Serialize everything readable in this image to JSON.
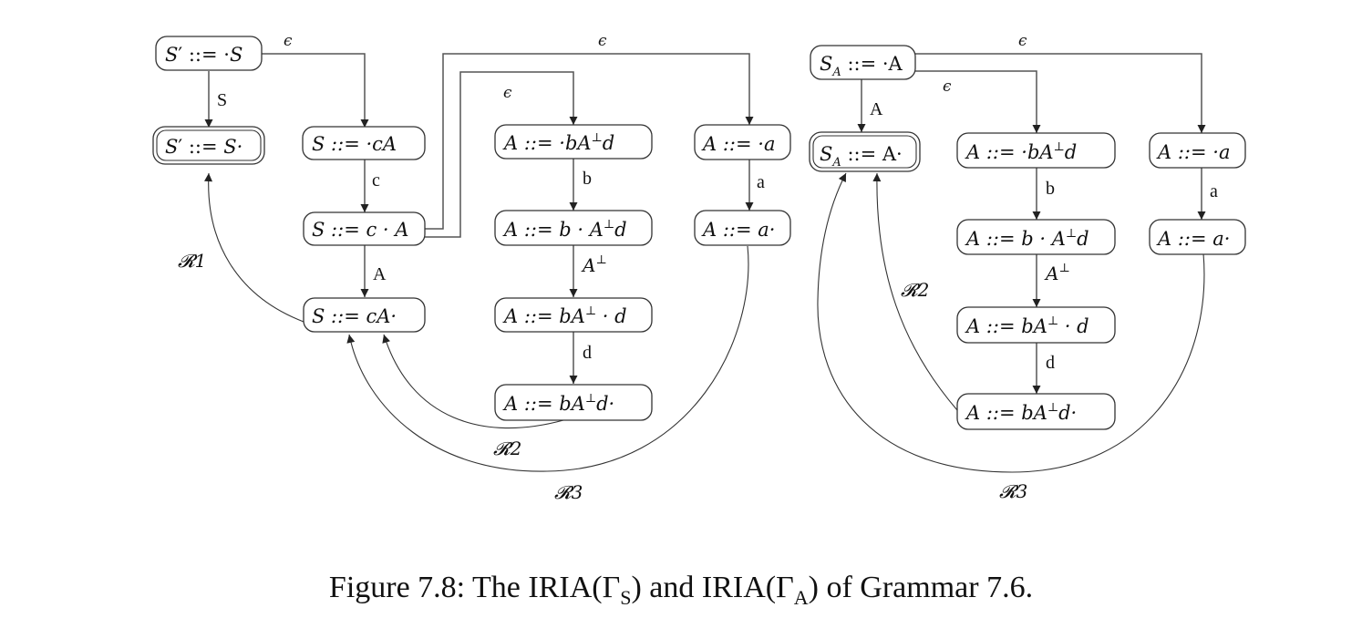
{
  "caption": "Figure 7.8: The IRIA(Γ_S) and IRIA(Γ_A) of Grammar 7.6.",
  "caption_parts": {
    "prefix": "Figure 7.8: The IRIA(Γ",
    "sub1": "S",
    "mid": ") and IRIA(Γ",
    "sub2": "A",
    "suffix": ") of Grammar 7.6."
  },
  "diagrams": [
    {
      "name": "IRIA(Γ_S)",
      "nodes": [
        {
          "id": "s0",
          "label": "S′ ::= ·S",
          "accepting": false
        },
        {
          "id": "s1",
          "label": "S′ ::= S·",
          "accepting": true
        },
        {
          "id": "s2",
          "label": "S ::= ·cA",
          "accepting": false
        },
        {
          "id": "s3",
          "label": "S ::= c · A",
          "accepting": false
        },
        {
          "id": "s4",
          "label": "S ::= cA·",
          "accepting": false
        },
        {
          "id": "a0",
          "label": "A ::= ·bA⊥d",
          "accepting": false
        },
        {
          "id": "a1",
          "label": "A ::= b · A⊥d",
          "accepting": false
        },
        {
          "id": "a2",
          "label": "A ::= bA⊥ · d",
          "accepting": false
        },
        {
          "id": "a3",
          "label": "A ::= bA⊥d·",
          "accepting": false
        },
        {
          "id": "a4",
          "label": "A ::= ·a",
          "accepting": false
        },
        {
          "id": "a5",
          "label": "A ::= a·",
          "accepting": false
        }
      ],
      "edges": [
        {
          "from": "s0",
          "to": "s1",
          "label": "S"
        },
        {
          "from": "s0",
          "to": "s2",
          "label": "ϵ"
        },
        {
          "from": "s2",
          "to": "s3",
          "label": "c"
        },
        {
          "from": "s3",
          "to": "s4",
          "label": "A"
        },
        {
          "from": "s3",
          "to": "a0",
          "label": "ϵ"
        },
        {
          "from": "s3",
          "to": "a4",
          "label": "ϵ"
        },
        {
          "from": "a0",
          "to": "a1",
          "label": "b"
        },
        {
          "from": "a1",
          "to": "a2",
          "label": "A⊥"
        },
        {
          "from": "a2",
          "to": "a3",
          "label": "d"
        },
        {
          "from": "a4",
          "to": "a5",
          "label": "a"
        }
      ],
      "reductions": [
        {
          "from": "s4",
          "to": "s1",
          "label": "R1"
        },
        {
          "from": "a3",
          "to": "s4",
          "label": "R2"
        },
        {
          "from": "a5",
          "to": "s4",
          "label": "R3"
        }
      ]
    },
    {
      "name": "IRIA(Γ_A)",
      "nodes": [
        {
          "id": "t0",
          "label": "S_A ::= ·A",
          "accepting": false
        },
        {
          "id": "t1",
          "label": "S_A ::= A·",
          "accepting": true
        },
        {
          "id": "b0",
          "label": "A ::= ·bA⊥d",
          "accepting": false
        },
        {
          "id": "b1",
          "label": "A ::= b · A⊥d",
          "accepting": false
        },
        {
          "id": "b2",
          "label": "A ::= bA⊥ · d",
          "accepting": false
        },
        {
          "id": "b3",
          "label": "A ::= bA⊥d·",
          "accepting": false
        },
        {
          "id": "b4",
          "label": "A ::= ·a",
          "accepting": false
        },
        {
          "id": "b5",
          "label": "A ::= a·",
          "accepting": false
        }
      ],
      "edges": [
        {
          "from": "t0",
          "to": "t1",
          "label": "A"
        },
        {
          "from": "t0",
          "to": "b0",
          "label": "ϵ"
        },
        {
          "from": "t0",
          "to": "b4",
          "label": "ϵ"
        },
        {
          "from": "b0",
          "to": "b1",
          "label": "b"
        },
        {
          "from": "b1",
          "to": "b2",
          "label": "A⊥"
        },
        {
          "from": "b2",
          "to": "b3",
          "label": "d"
        },
        {
          "from": "b4",
          "to": "b5",
          "label": "a"
        }
      ],
      "reductions": [
        {
          "from": "b3",
          "to": "t1",
          "label": "R2"
        },
        {
          "from": "b5",
          "to": "t1",
          "label": "R3"
        }
      ]
    }
  ],
  "text": {
    "s0_a": "S",
    "s0_b": "′ ::= ·",
    "s0_c": "S",
    "s1_a": "S",
    "s1_b": "′ ::= ",
    "s1_c": "S·",
    "s2": "S ::= ·cA",
    "s3": "S ::= c · A",
    "s4": "S ::= cA·",
    "a0_a": "A ::= ·bA",
    "a0_sup": "⊥",
    "a0_b": "d",
    "a1_a": "A ::= b · A",
    "a1_sup": "⊥",
    "a1_b": "d",
    "a2_a": "A ::= bA",
    "a2_sup": "⊥",
    "a2_b": " · d",
    "a3_a": "A ::= bA",
    "a3_sup": "⊥",
    "a3_b": "d·",
    "a4": "A ::= ·a",
    "a5": "A ::= a·",
    "t0_a": "S",
    "t0_sub": "A",
    "t0_b": " ::= ·A",
    "t1_a": "S",
    "t1_sub": "A",
    "t1_b": " ::= A·",
    "lbl_S": "S",
    "lbl_c": "c",
    "lbl_A": "A",
    "lbl_b": "b",
    "lbl_Aperp": "A",
    "lbl_perp": "⊥",
    "lbl_d": "d",
    "lbl_a": "a",
    "lbl_eps": "ϵ",
    "R1": "𝓡1",
    "R2": "𝓡2",
    "R3": "𝓡3"
  }
}
